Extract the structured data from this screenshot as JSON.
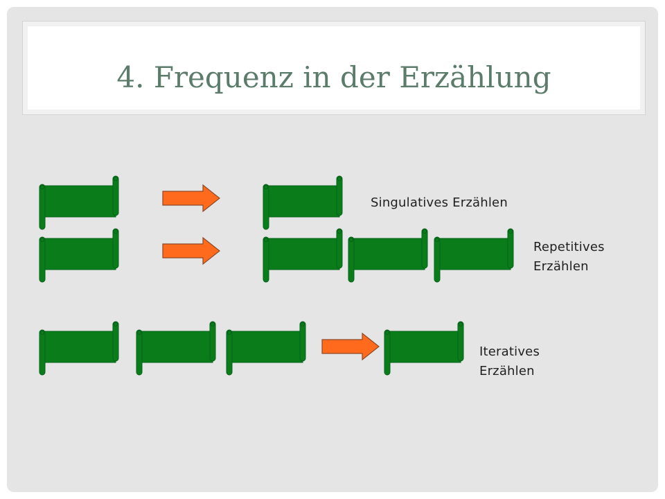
{
  "title": "4. Frequenz in der Erzählung",
  "colors": {
    "scroll_fill": "#0a7d1a",
    "scroll_edge": "#06611a",
    "arrow_fill": "#ff6a1c",
    "arrow_edge": "#8a4a2a",
    "title_text": "#5b7b6b"
  },
  "rows": [
    {
      "id": "singulative",
      "story_scrolls": 1,
      "narrative_scrolls": 1,
      "label": "Singulatives Erzählen"
    },
    {
      "id": "repetitive",
      "story_scrolls": 1,
      "narrative_scrolls": 3,
      "label_lines": [
        "Repetitives",
        "Erzählen"
      ]
    },
    {
      "id": "iterative",
      "story_scrolls": 3,
      "narrative_scrolls": 1,
      "label_lines": [
        "Iteratives",
        "Erzählen"
      ]
    }
  ]
}
